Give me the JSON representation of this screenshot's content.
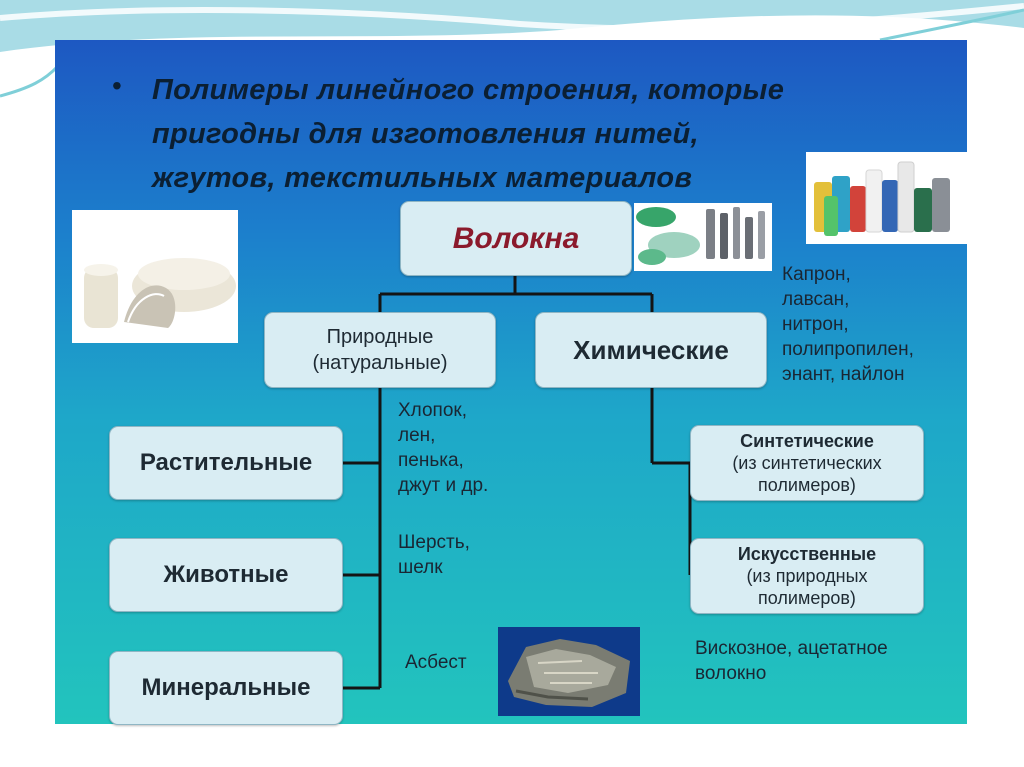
{
  "slide": {
    "heading_lines": [
      "Полимеры линейного строения, которые",
      "пригодны для изготовления нитей,",
      "жгутов, текстильных материалов"
    ]
  },
  "diagram": {
    "root": "Волокна",
    "natural": [
      "Природные",
      "(натуральные)"
    ],
    "chemical": "Химические",
    "plant": "Растительные",
    "animal": "Животные",
    "mineral": "Минеральные",
    "synthetic": [
      "Синтетические",
      "(из синтетических",
      "полимеров)"
    ],
    "artificial": [
      "Искусственные",
      "(из природных",
      "полимеров)"
    ]
  },
  "notes": {
    "chemical_examples": [
      "Капрон,",
      "лавсан,",
      "нитрон,",
      "полипропилен,",
      "энант, найлон"
    ],
    "plant_examples": [
      "Хлопок,",
      "лен,",
      "пенька,",
      "джут и др."
    ],
    "animal_examples": [
      "Шерсть,",
      "шелк"
    ],
    "mineral_example": "Асбест",
    "artificial_examples": [
      "Вискозное, ацетатное",
      "волокно"
    ]
  },
  "colors": {
    "slide_top": "#1d58c2",
    "slide_bottom": "#22c4bd",
    "node_fill": "#d9edf3",
    "root_text": "#8b1a2c",
    "connector": "#141414"
  }
}
